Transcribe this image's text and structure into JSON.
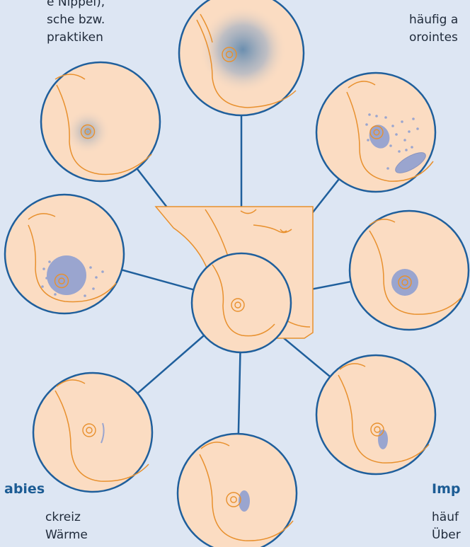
{
  "colors": {
    "background": "#dde6f3",
    "circle_stroke": "#1f5f9c",
    "skin_fill": "#fbdcc2",
    "contour": "#e8902d",
    "lesion": "#9aa5cf",
    "heading": "#1c5c94",
    "text": "#1f2a3a"
  },
  "top_left_text": [
    "e Nippel),",
    "sche bzw.",
    "praktiken"
  ],
  "top_right_text": [
    "häufig a",
    "orointes"
  ],
  "bottom_left": {
    "heading": "abies",
    "lines": [
      "ckreiz",
      "Wärme"
    ]
  },
  "bottom_right": {
    "heading": "Imp",
    "lines": [
      "häuf",
      "Über"
    ]
  },
  "diagram": {
    "center_icon": "central-breast-with-torso",
    "panels": [
      {
        "id": "top",
        "icon": "diffuse-redness-breast-icon"
      },
      {
        "id": "top-right",
        "icon": "scattered-papules-breast-icon"
      },
      {
        "id": "right",
        "icon": "areola-rash-breast-icon"
      },
      {
        "id": "bottom-right",
        "icon": "lower-nipple-spot-breast-icon"
      },
      {
        "id": "bottom",
        "icon": "side-nipple-spot-breast-icon"
      },
      {
        "id": "bottom-left",
        "icon": "nipple-fissure-breast-icon"
      },
      {
        "id": "left",
        "icon": "areola-papules-breast-icon"
      },
      {
        "id": "top-left",
        "icon": "small-redness-breast-icon"
      }
    ]
  }
}
